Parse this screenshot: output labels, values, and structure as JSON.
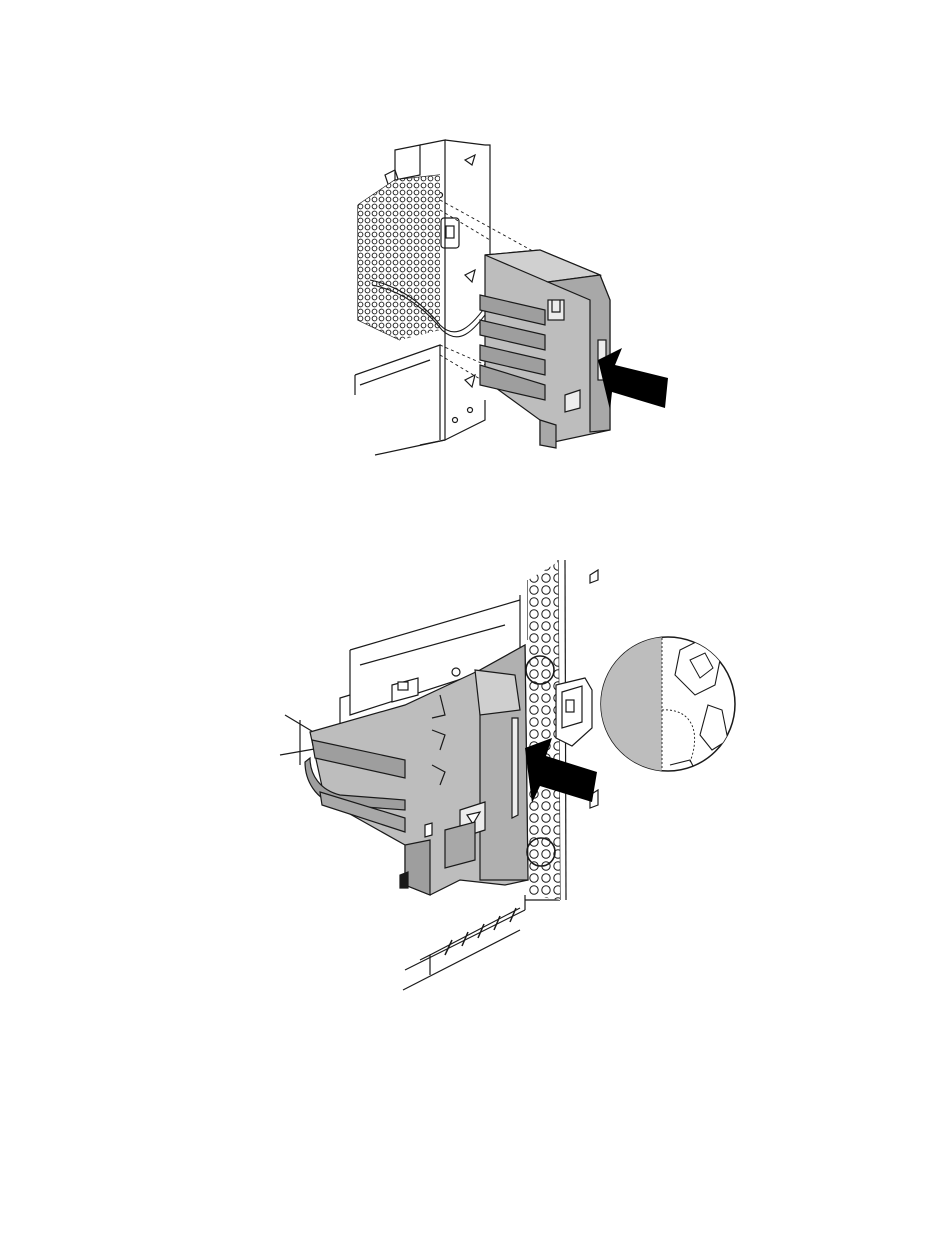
{
  "document": {
    "kind": "installation-illustration",
    "background": "#ffffff",
    "colors": {
      "line": "#1a1a1a",
      "part_fill": "#bdbdbd",
      "part_dark": "#9e9e9e",
      "arrow": "#000000"
    }
  },
  "figures": [
    {
      "id": "step-1",
      "depicts": "fan-duct-bracket-aligned-to-chassis-frame",
      "arrow_icon": "push-arrow-icon"
    },
    {
      "id": "step-2",
      "depicts": "bracket-snapped-onto-chassis-with-detail-callout",
      "arrow_icon": "push-arrow-icon",
      "callout_icon": "zoom-detail-icon"
    }
  ]
}
